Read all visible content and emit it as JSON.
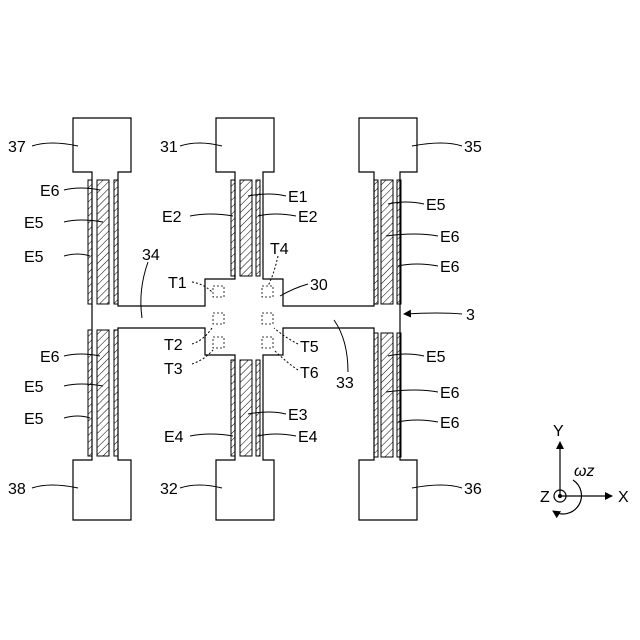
{
  "labels": {
    "pad_top_left": "37",
    "pad_top_mid": "31",
    "pad_top_right": "35",
    "pad_bottom_left": "38",
    "pad_bottom_mid": "32",
    "pad_bottom_right": "36",
    "beam_left": "34",
    "mass": "30",
    "beam_right": "33",
    "frame": "3",
    "t1": "T1",
    "t2": "T2",
    "t3": "T3",
    "t4": "T4",
    "t5": "T5",
    "t6": "T6",
    "e1": "E1",
    "e2_left": "E2",
    "e2_right": "E2",
    "e3": "E3",
    "e4_left": "E4",
    "e4_right": "E4",
    "left_top_e6": "E6",
    "left_top_e5a": "E5",
    "left_top_e5b": "E5",
    "left_bot_e6": "E6",
    "left_bot_e5a": "E5",
    "left_bot_e5b": "E5",
    "right_top_e5": "E5",
    "right_top_e6a": "E6",
    "right_top_e6b": "E6",
    "right_bot_e5": "E5",
    "right_bot_e6a": "E6",
    "right_bot_e6b": "E6"
  },
  "axes": {
    "y_label": "Y",
    "x_label": "X",
    "z_label": "Z",
    "omega_label": "ωz"
  }
}
